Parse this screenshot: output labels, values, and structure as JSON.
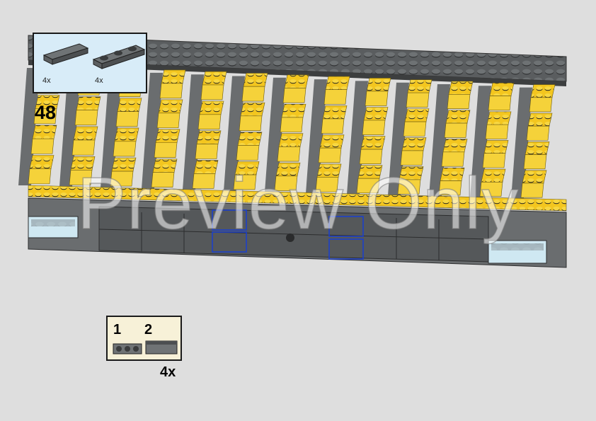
{
  "step": {
    "number": "48"
  },
  "parts_list": {
    "items": [
      {
        "name": "dark-gray-tile-1x3",
        "count": "4x"
      },
      {
        "name": "dark-gray-plate-1x3",
        "count": "4x"
      }
    ]
  },
  "callout": {
    "substeps": [
      "1",
      "2"
    ],
    "multiplier": "4x"
  },
  "watermark": {
    "text": "Preview Only"
  },
  "colors": {
    "background": "#dedede",
    "brick_yellow": "#f5cd2f",
    "brick_dark_gray": "#5f6263",
    "brick_light_blue": "#cfe8f2",
    "highlight_blue": "#1a3fd0",
    "parts_box_bg": "#d8ecf8",
    "callout_bg": "#f7f1d8"
  }
}
